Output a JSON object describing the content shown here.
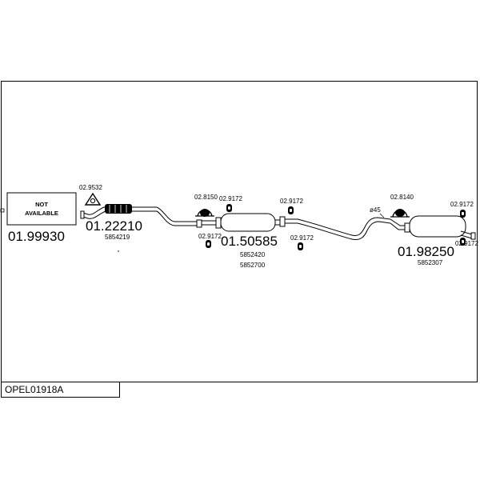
{
  "diagram": {
    "reference_code": "OPEL01918A",
    "not_available_box": {
      "line1": "NOT",
      "line2": "AVAILABLE",
      "part_number": "01.99930"
    },
    "front_pipe": {
      "part_number": "01.22210",
      "oe_number": "5854219",
      "gasket": "02.9532"
    },
    "middle_silencer": {
      "part_number": "01.50585",
      "oe_numbers": [
        "5852420",
        "5852700"
      ],
      "clamp": "02.8150",
      "mount_left_top": "02.9172",
      "mount_left_bottom": "02.9172",
      "mount_right_top": "02.9172",
      "mount_right_bottom": "02.9172"
    },
    "rear_silencer": {
      "part_number": "01.98250",
      "oe_number": "5852307",
      "clamp": "02.8140",
      "pipe_size": "ø45",
      "mount_top": "02.9172",
      "mount_bottom": "02.9172"
    }
  }
}
